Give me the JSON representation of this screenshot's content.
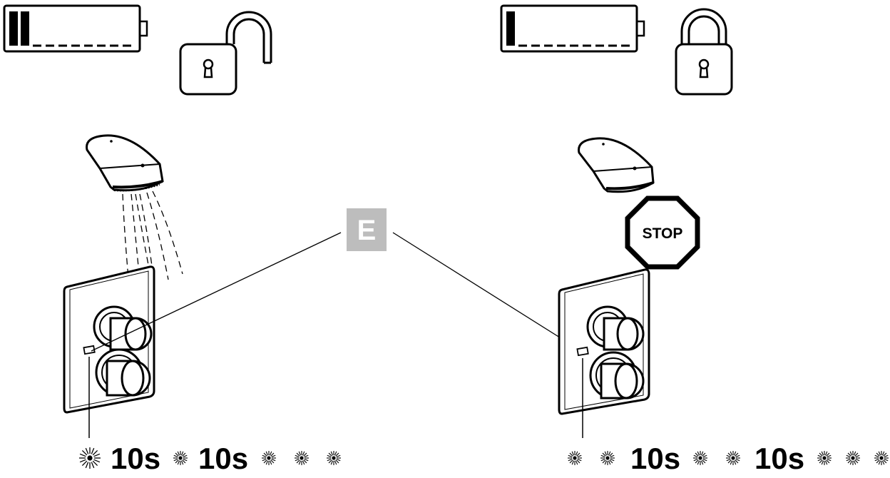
{
  "callout": {
    "label": "E",
    "fill": "#bdbdbd"
  },
  "stop_sign": {
    "text": "STOP"
  },
  "left_panel": {
    "battery_level_fraction": 0.12,
    "lock_state": "unlocked",
    "water_flowing": true,
    "blink_sequence": [
      "flash",
      "10s",
      "flash",
      "10s",
      "flash",
      "flash",
      "flash"
    ],
    "timers": [
      "10s",
      "10s"
    ]
  },
  "right_panel": {
    "battery_level_fraction": 0.06,
    "lock_state": "locked",
    "water_flowing": false,
    "blink_sequence": [
      "flash",
      "flash",
      "10s",
      "flash",
      "flash",
      "10s",
      "flash",
      "flash",
      "flash"
    ],
    "timers": [
      "10s",
      "10s"
    ]
  },
  "colors": {
    "line": "#000000",
    "callout_box": "#bdbdbd"
  },
  "icons": [
    "battery-icon",
    "open-padlock-icon",
    "closed-padlock-icon",
    "shower-head-icon",
    "stop-sign-icon",
    "flash-icon"
  ]
}
